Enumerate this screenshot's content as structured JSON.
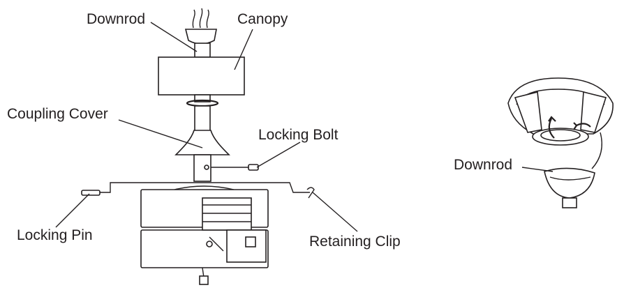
{
  "labels": {
    "downrod_left": "Downrod",
    "canopy": "Canopy",
    "coupling_cover": "Coupling Cover",
    "locking_bolt": "Locking Bolt",
    "locking_pin": "Locking Pin",
    "retaining_clip": "Retaining Clip",
    "downrod_right": "Downrod"
  },
  "colors": {
    "ink": "#231f20",
    "background": "#ffffff"
  }
}
